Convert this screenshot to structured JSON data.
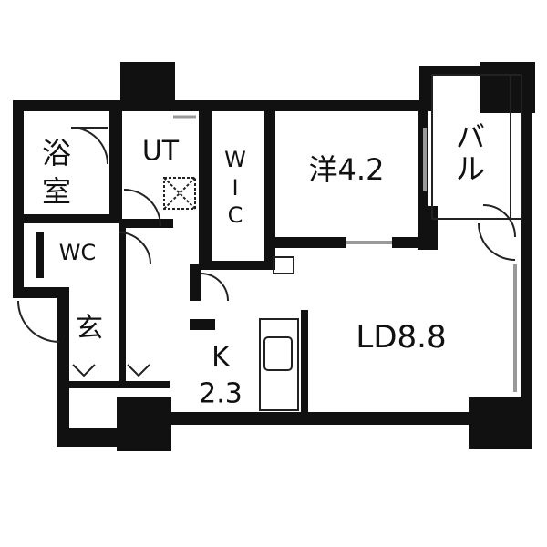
{
  "rooms": {
    "bath": [
      "浴",
      "室"
    ],
    "utility": "UT",
    "wic": [
      "W",
      "I",
      "C"
    ],
    "western_room": "洋4.2",
    "balcony": [
      "バ",
      "ル"
    ],
    "toilet": "WC",
    "entrance": "玄",
    "kitchen": [
      "K",
      "2.3"
    ],
    "living_dining": "LD8.8"
  },
  "colors": {
    "wall": "#111111",
    "background": "#ffffff",
    "line": "#222222",
    "window": "#999999"
  }
}
